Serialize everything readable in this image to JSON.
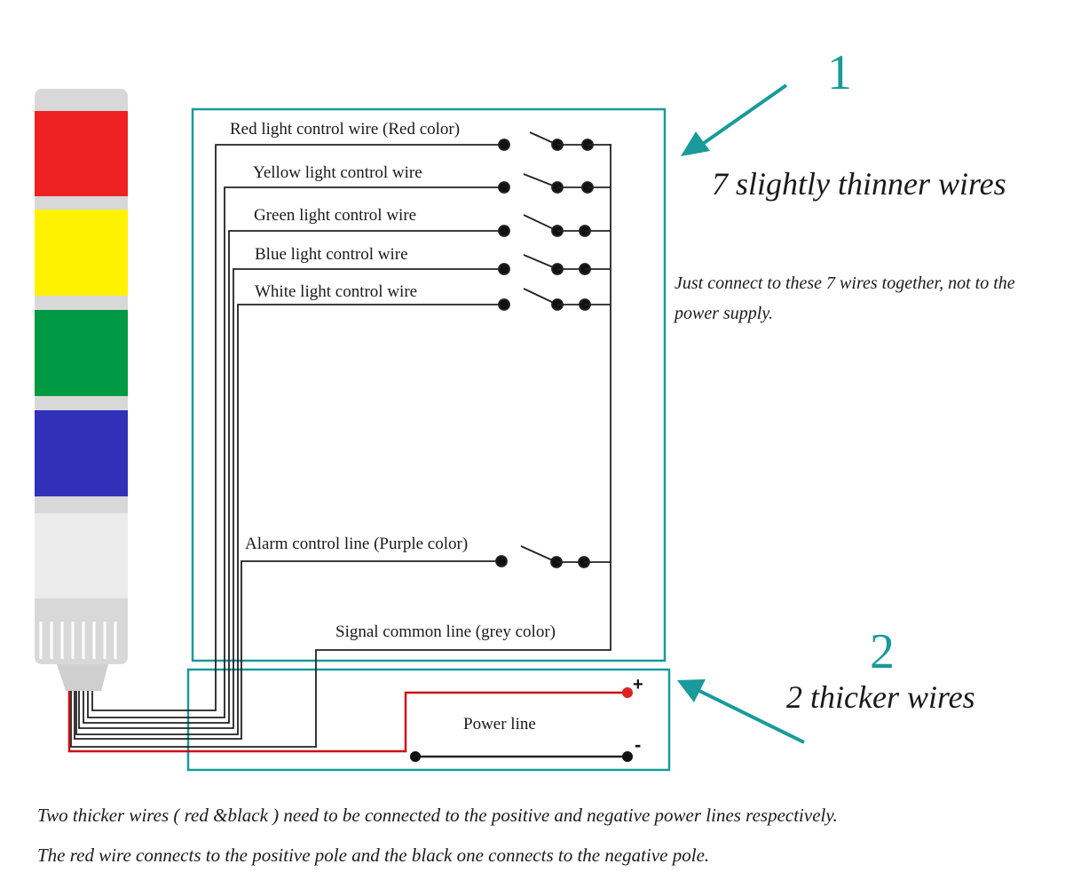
{
  "callouts": {
    "group1_number": "1",
    "group1_caption": "7 slightly thinner wires",
    "group2_number": "2",
    "group2_caption": "2 thicker wires"
  },
  "wires": {
    "red": "Red light control wire (Red color)",
    "yellow": "Yellow light control wire",
    "green": "Green light control wire",
    "blue": "Blue light control wire",
    "white": "White light control wire",
    "alarm": "Alarm control line (Purple color)",
    "common": "Signal common line (grey color)",
    "power": "Power line",
    "plus": "+",
    "minus": "-"
  },
  "notes": {
    "right": "Just connect to these 7 wires together, not to the power supply.",
    "bottom_line1": "Two thicker wires ( red &black ) need to be connected to the positive and negative power lines respectively.",
    "bottom_line2": "The red wire connects to the positive pole and the black one connects to the negative pole."
  },
  "colors": {
    "frame": "#1a9a9a",
    "tower_red": "#ee2222",
    "tower_yellow": "#fff200",
    "tower_green": "#009944",
    "tower_blue": "#3030b8",
    "tower_white": "#ececec",
    "tower_grey": "#d8d8d8",
    "power_wire": "#cc1111"
  }
}
